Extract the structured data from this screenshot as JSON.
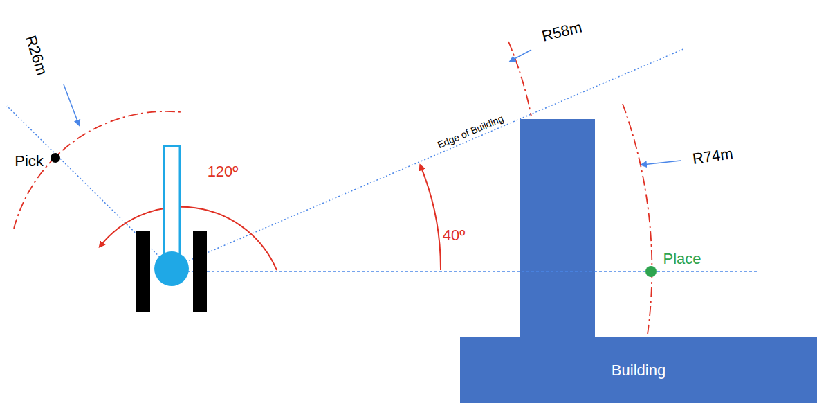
{
  "diagram": {
    "nodes": [
      {
        "text": [
          "Building"
        ]
      }
    ],
    "labels": [
      "R26m",
      "Pick",
      "120º",
      "Edge of Building",
      "40º",
      "R58m",
      "R74m",
      "Place"
    ]
  }
}
